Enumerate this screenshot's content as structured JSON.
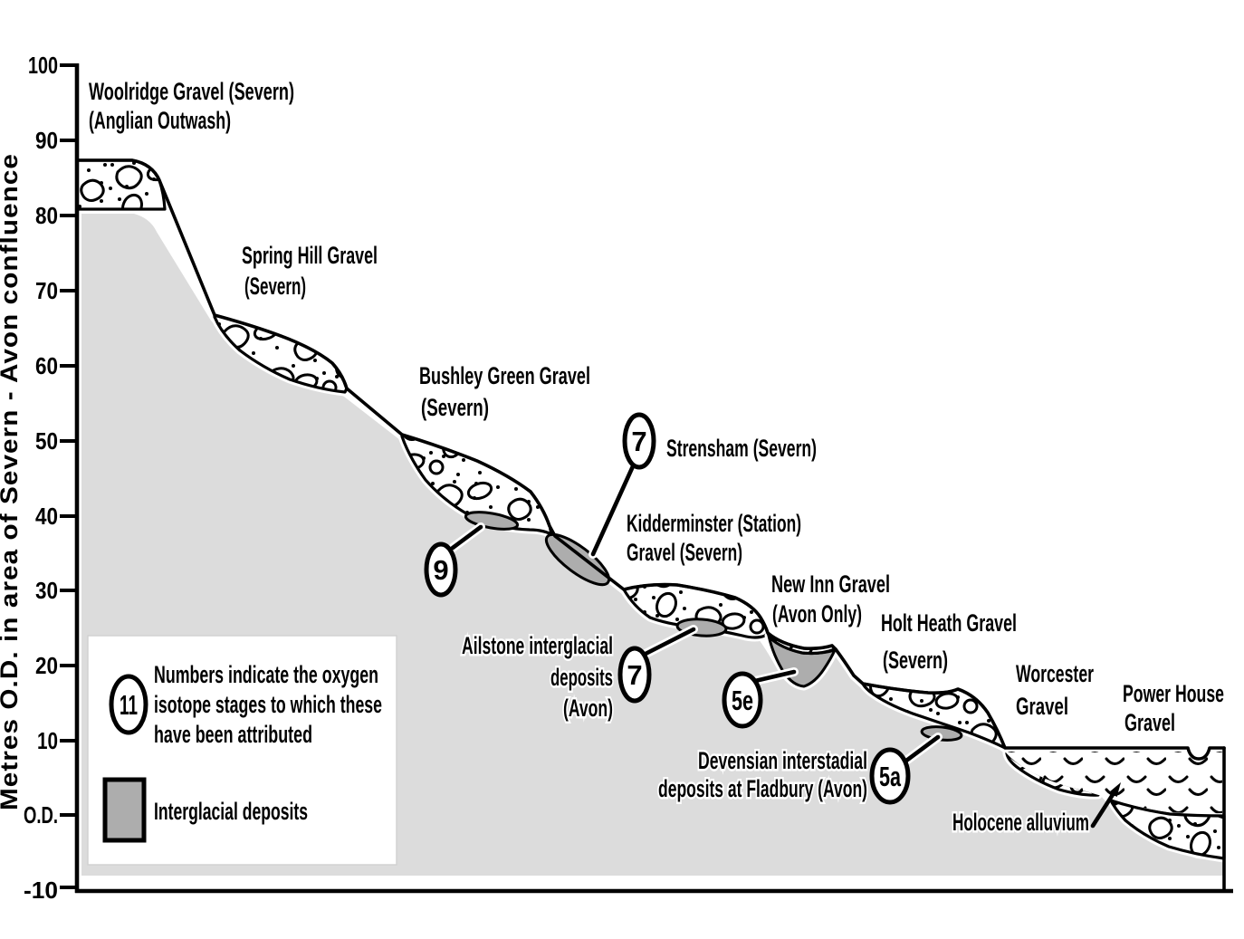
{
  "colors": {
    "bedrock": "#dcdcdc",
    "interglacial": "#adadad",
    "ink": "#000000",
    "background": "#ffffff"
  },
  "axis": {
    "title": "Metres O.D. in area of Severn - Avon confluence",
    "ticks": [
      "100",
      "90",
      "80",
      "70",
      "60",
      "50",
      "40",
      "30",
      "20",
      "10",
      "O.D.",
      "-10"
    ]
  },
  "labels": {
    "woolridge1": "Woolridge Gravel (Severn)",
    "woolridge2": "(Anglian Outwash)",
    "springhill1": "Spring Hill Gravel",
    "springhill2": "(Severn)",
    "bushley1": "Bushley Green Gravel",
    "bushley2": "(Severn)",
    "strensham": "Strensham (Severn)",
    "kidderminster1": "Kidderminster (Station)",
    "kidderminster2": "Gravel (Severn)",
    "newinn1": "New Inn Gravel",
    "newinn2": "(Avon Only)",
    "holtheath1": "Holt Heath Gravel",
    "holtheath2": "(Severn)",
    "worcester1": "Worcester",
    "worcester2": "Gravel",
    "powerhouse1": "Power House",
    "powerhouse2": "Gravel",
    "ailstone1": "Ailstone interglacial",
    "ailstone2": "deposits",
    "ailstone3": "(Avon)",
    "devensian1": "Devensian interstadial",
    "devensian2": "deposits at Fladbury (Avon)",
    "holocene": "Holocene alluvium"
  },
  "stages": {
    "bushley": "9",
    "strensham": "7",
    "ailstone": "7",
    "newinn": "5e",
    "fladbury": "5a",
    "legend_example": "11"
  },
  "legend": {
    "line1": "Numbers indicate the oxygen",
    "line2": "isotope stages to which these",
    "line3": "have been attributed",
    "swatch_label": "Interglacial deposits"
  }
}
